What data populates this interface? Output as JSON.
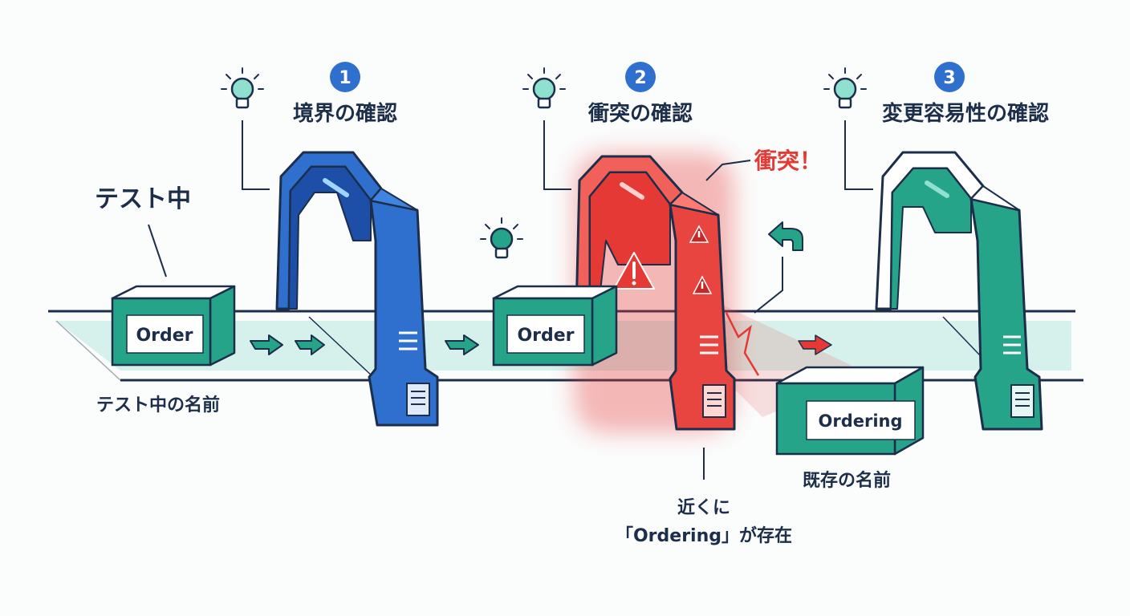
{
  "steps": [
    {
      "number": "1",
      "title": "境界の確認"
    },
    {
      "number": "2",
      "title": "衝突の確認"
    },
    {
      "number": "3",
      "title": "変更容易性の確認"
    }
  ],
  "labels": {
    "testing": "テスト中",
    "testing_name": "テスト中の名前",
    "collision": "衝突！",
    "existing_name": "既存の名前",
    "nearby_line1": "近くに",
    "nearby_line2": "「Ordering」が存在"
  },
  "boxes": {
    "order_1": "Order",
    "order_2": "Order",
    "ordering": "Ordering"
  },
  "colors": {
    "navy": "#1c2e4a",
    "blue": "#2f6fce",
    "red": "#e53935",
    "teal": "#26a48a",
    "track": "#d6f1ec"
  },
  "icons": [
    "lightbulb-icon",
    "warning-icon",
    "arrow-icon",
    "return-arrow-icon",
    "scanner-icon"
  ]
}
